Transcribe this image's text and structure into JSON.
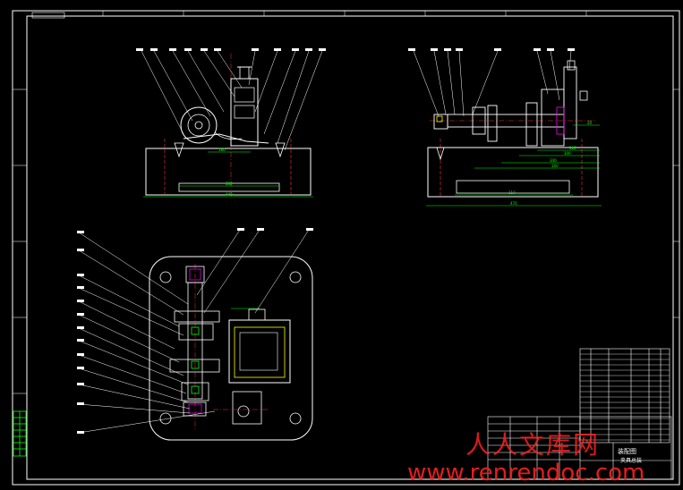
{
  "title_block": {
    "drawing_type": "装配图",
    "product_name": "夹具总装"
  },
  "watermark": {
    "text_cn": "人人文库网",
    "url": "www.renrendoc.com",
    "color": "#ff2020"
  },
  "dimensions": {
    "front_inner": "180",
    "front_mid": "280",
    "front_overall": "440",
    "side_overall": "470",
    "side_base": "210",
    "side_a": "340",
    "side_b": "300",
    "side_c": "160",
    "side_d": "20",
    "side_e": "100"
  },
  "colors": {
    "border": "#ffffff",
    "structure": "#ffffff",
    "dimension": "#00ff00",
    "centerline": "#ff3333",
    "part": "#ff00ff",
    "detail": "#ffff00"
  }
}
